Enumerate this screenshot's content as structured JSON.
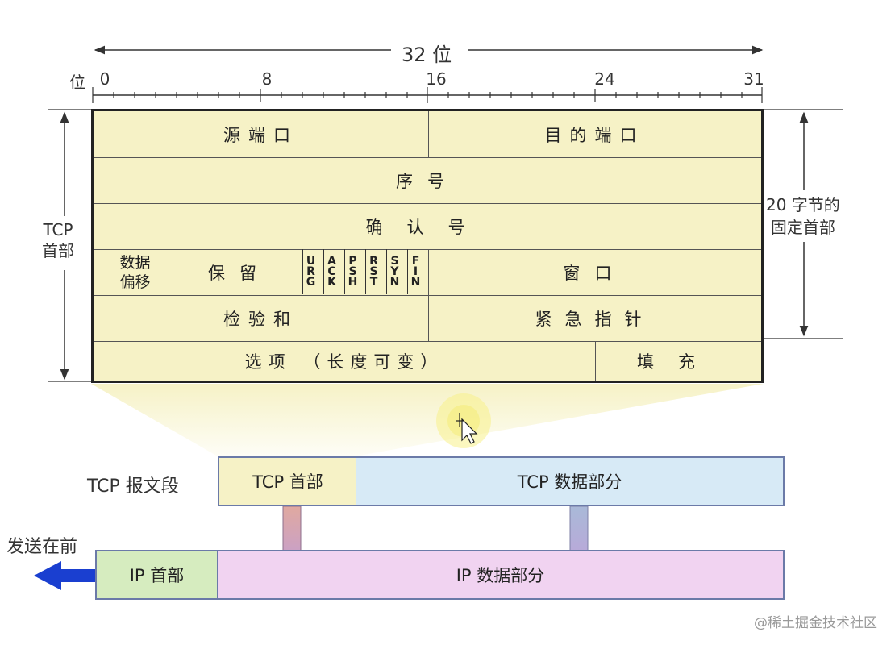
{
  "bit_width_label": "32 位",
  "bit_axis": {
    "prefix": "位",
    "ticks": [
      "0",
      "8",
      "16",
      "24",
      "31"
    ]
  },
  "left_brace_label": [
    "TCP",
    "首部"
  ],
  "right_brace_label": [
    "20 字节的",
    "固定首部"
  ],
  "header_fields": {
    "source_port": "源端口",
    "dest_port": "目的端口",
    "sequence": "序号",
    "ack": "确认号",
    "data_offset": [
      "数据",
      "偏移"
    ],
    "reserved": "保留",
    "flags": [
      [
        "U",
        "R",
        "G"
      ],
      [
        "A",
        "C",
        "K"
      ],
      [
        "P",
        "S",
        "H"
      ],
      [
        "R",
        "S",
        "T"
      ],
      [
        "S",
        "Y",
        "N"
      ],
      [
        "F",
        "I",
        "N"
      ]
    ],
    "window": "窗口",
    "checksum": "检验和",
    "urgent_pointer": "紧急指针",
    "options": "选项 （长度可变）",
    "padding": "填充"
  },
  "segment_label": "TCP 报文段",
  "tcp_header": "TCP 首部",
  "tcp_data": "TCP 数据部分",
  "send_first": "发送在前",
  "ip_header": "IP 首部",
  "ip_data": "IP 数据部分",
  "watermark": "@稀土掘金技术社区",
  "colors": {
    "header_fill": "#f6f2c6",
    "tcp_data_fill": "#d7eaf6",
    "ip_header_fill": "#d6ecbf",
    "ip_data_fill": "#f1d3f1",
    "send_arrow": "#1a3fd0"
  }
}
